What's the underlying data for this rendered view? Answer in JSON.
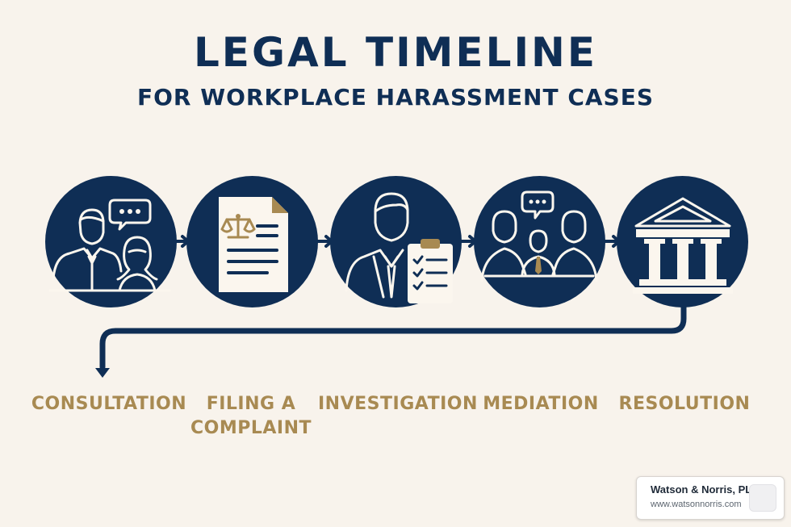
{
  "header": {
    "title": "LEGAL TIMELINE",
    "subtitle": "FOR WORKPLACE HARASSMENT CASES"
  },
  "steps": [
    {
      "label": "CONSULTATION",
      "icon": "consultation-icon"
    },
    {
      "label": "FILING A COMPLAINT",
      "icon": "document-scales-icon"
    },
    {
      "label": "INVESTIGATION",
      "icon": "investigator-clipboard-icon"
    },
    {
      "label": "MEDIATION",
      "icon": "mediation-meeting-icon"
    },
    {
      "label": "RESOLUTION",
      "icon": "courthouse-icon"
    }
  ],
  "label_lines": {
    "consultation": "CONSULTATION",
    "filing_1": "FILING A",
    "filing_2": "COMPLAINT",
    "investigation": "INVESTIGATION",
    "mediation": "MEDIATION",
    "resolution": "RESOLUTION"
  },
  "colors": {
    "navy": "#0f2e55",
    "gold": "#a88a52",
    "background": "#f8f3ec",
    "paper": "#fbf6ee"
  },
  "badge": {
    "name": "Watson & Norris, PLLC",
    "url": "www.watsonnorris.com"
  }
}
